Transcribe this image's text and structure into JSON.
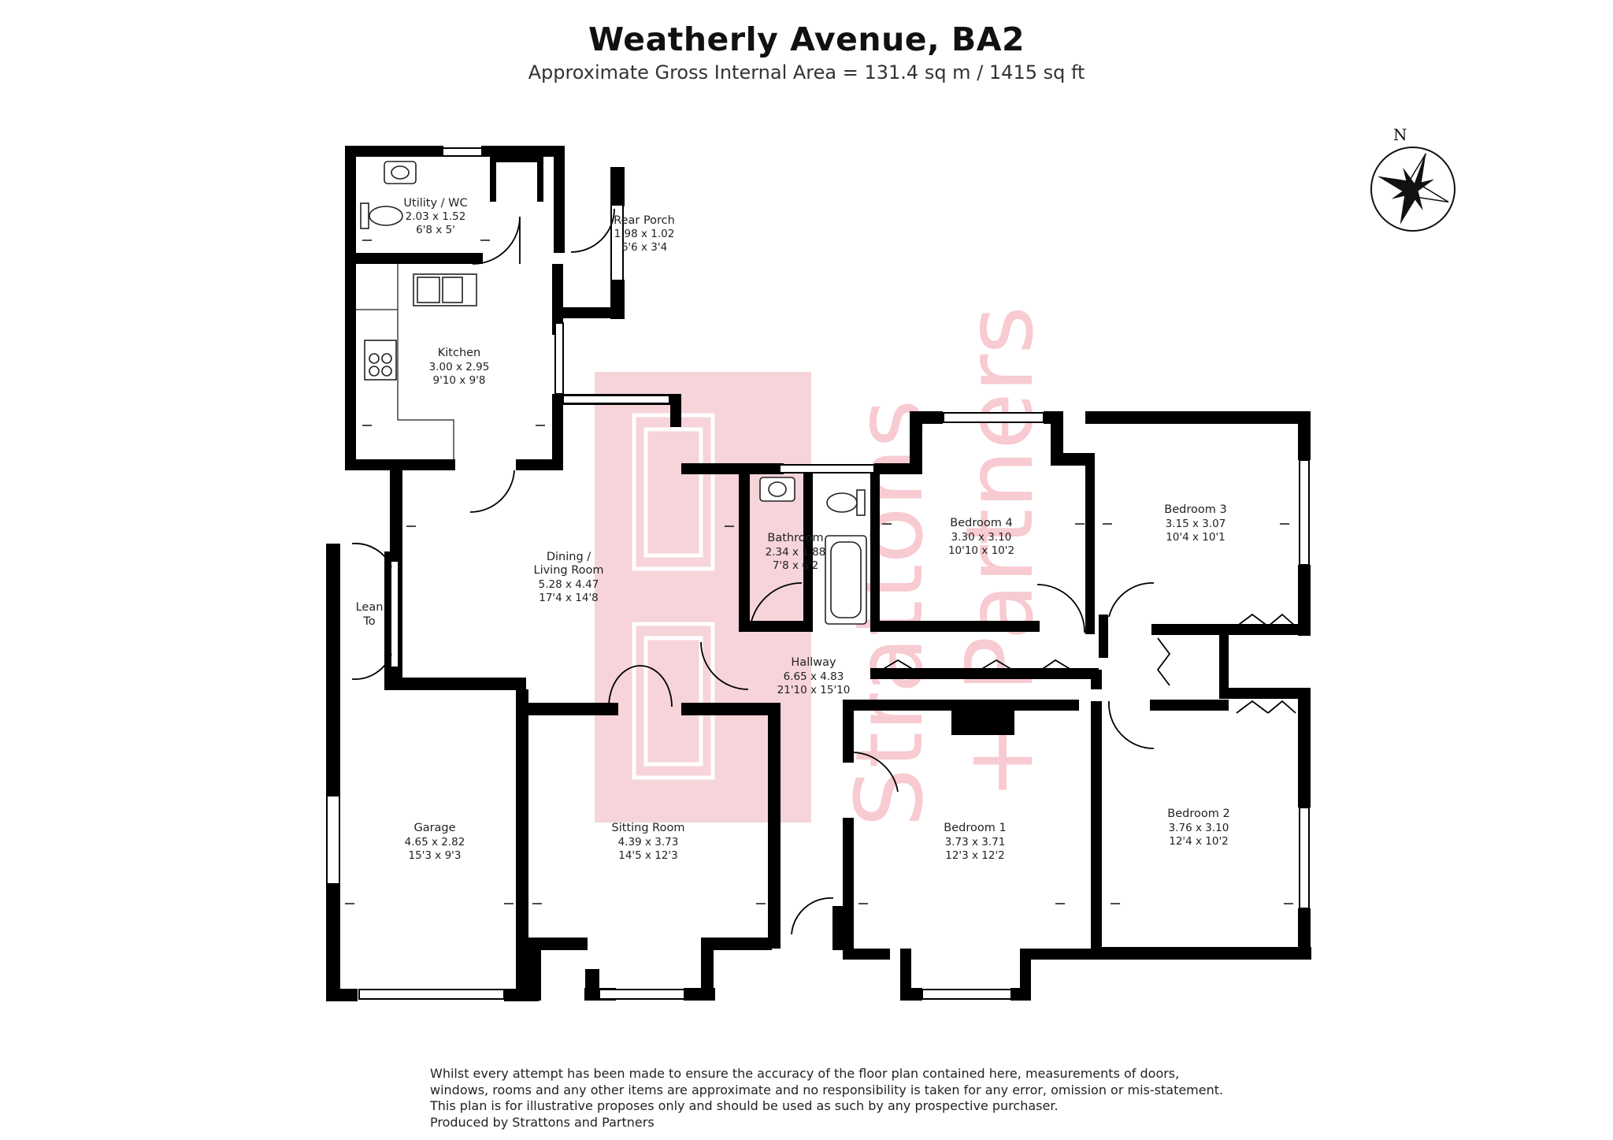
{
  "header": {
    "title": "Weatherly Avenue, BA2",
    "subtitle": "Approximate Gross Internal Area = 131.4 sq m / 1415 sq ft"
  },
  "compass": {
    "label": "N",
    "icon": "north-compass-rose-icon"
  },
  "watermark": {
    "lines": [
      "Strattons",
      "+ Partners"
    ],
    "color": "#f3c5cc",
    "accent_color": "#f08b9b"
  },
  "colors": {
    "walls": "#000000",
    "background": "#ffffff"
  },
  "rooms": {
    "utility": {
      "name": "Utility / WC",
      "metric": "2.03 x 1.52",
      "imperial": "6'8 x 5'"
    },
    "rear_porch": {
      "name": "Rear Porch",
      "metric": "1.98 x 1.02",
      "imperial": "6'6 x 3'4"
    },
    "kitchen": {
      "name": "Kitchen",
      "metric": "3.00 x 2.95",
      "imperial": "9'10 x 9'8"
    },
    "dining": {
      "name_line1": "Dining /",
      "name_line2": "Living Room",
      "metric": "5.28 x 4.47",
      "imperial": "17'4 x 14'8"
    },
    "lean_to": {
      "name_line1": "Lean",
      "name_line2": "To"
    },
    "bathroom": {
      "name": "Bathroom",
      "metric": "2.34 x 1.88",
      "imperial": "7'8 x 6'2"
    },
    "bedroom4": {
      "name": "Bedroom 4",
      "metric": "3.30 x 3.10",
      "imperial": "10'10 x 10'2"
    },
    "bedroom3": {
      "name": "Bedroom 3",
      "metric": "3.15 x 3.07",
      "imperial": "10'4 x 10'1"
    },
    "hallway": {
      "name": "Hallway",
      "metric": "6.65 x 4.83",
      "imperial": "21'10 x 15'10"
    },
    "garage": {
      "name": "Garage",
      "metric": "4.65 x 2.82",
      "imperial": "15'3 x 9'3"
    },
    "sitting": {
      "name": "Sitting Room",
      "metric": "4.39 x 3.73",
      "imperial": "14'5 x 12'3"
    },
    "bedroom1": {
      "name": "Bedroom 1",
      "metric": "3.73 x 3.71",
      "imperial": "12'3 x 12'2"
    },
    "bedroom2": {
      "name": "Bedroom 2",
      "metric": "3.76 x 3.10",
      "imperial": "12'4 x 10'2"
    }
  },
  "disclaimer": {
    "lines": [
      "Whilst every attempt has been made to ensure the accuracy of the floor plan contained here, measurements of doors,",
      "windows, rooms and any other items are approximate and no responsibility is taken for any error, omission or mis-statement.",
      "This plan is for illustrative proposes only and should be used as such by any prospective purchaser.",
      "Produced by Strattons and Partners"
    ]
  }
}
